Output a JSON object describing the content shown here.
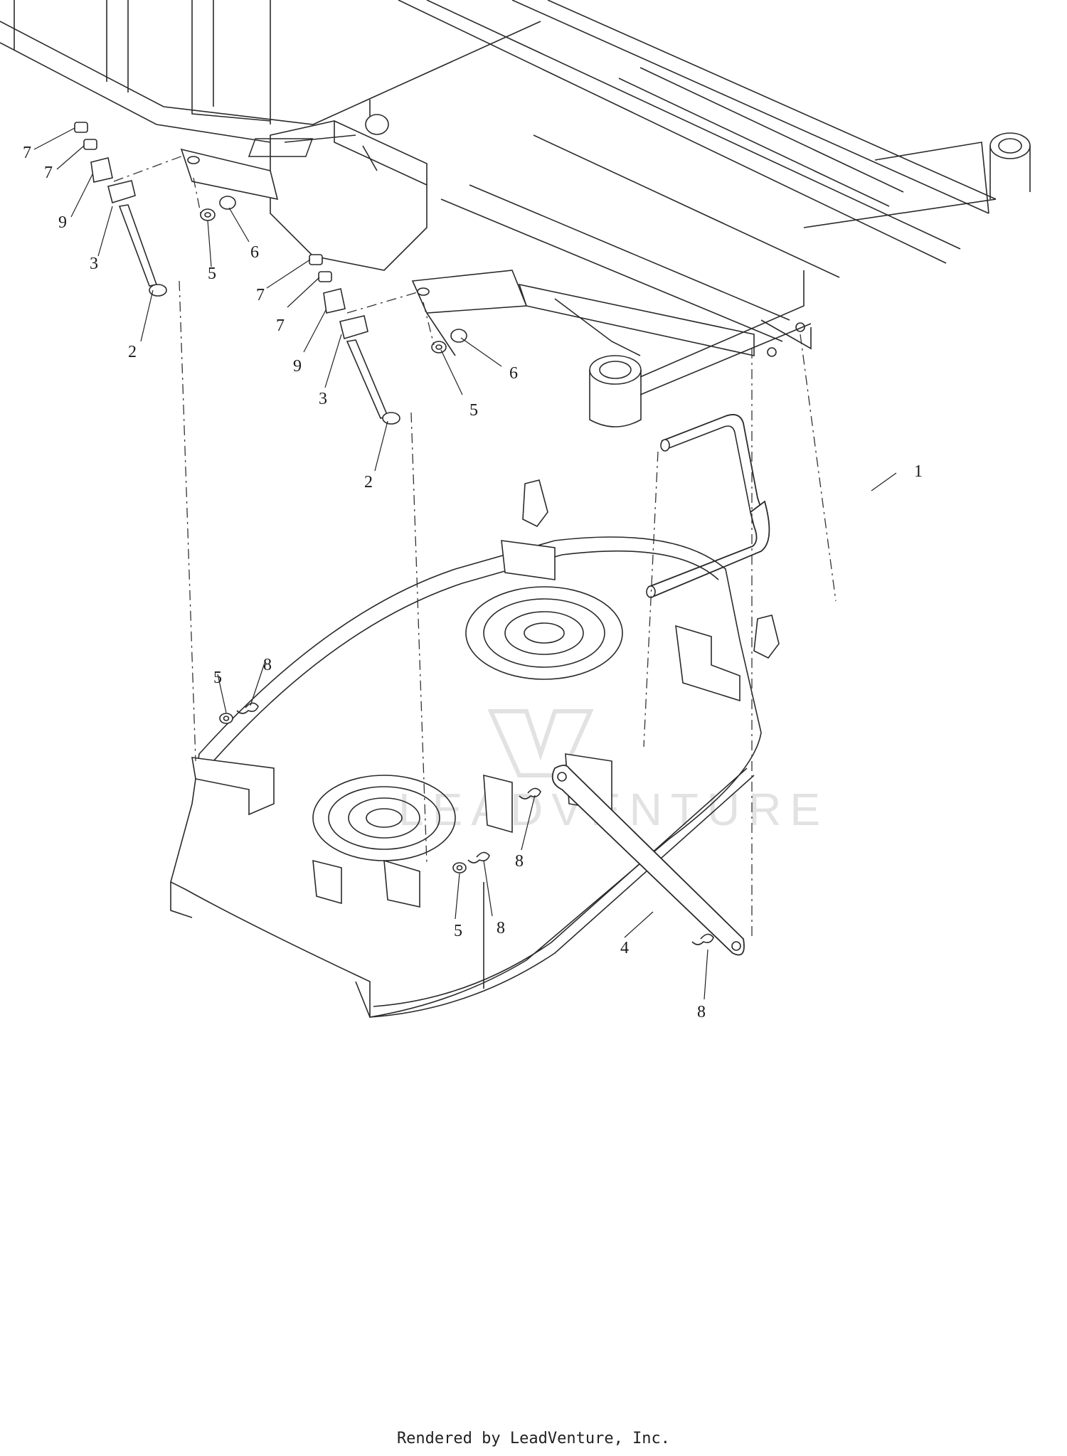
{
  "diagram": {
    "footer_text": "Rendered by LeadVenture, Inc.",
    "watermark_text": "LEADVENTURE",
    "callouts": [
      {
        "id": "c7a",
        "label": "7"
      },
      {
        "id": "c7b",
        "label": "7"
      },
      {
        "id": "c9a",
        "label": "9"
      },
      {
        "id": "c3a",
        "label": "3"
      },
      {
        "id": "c2a",
        "label": "2"
      },
      {
        "id": "c5a",
        "label": "5"
      },
      {
        "id": "c6a",
        "label": "6"
      },
      {
        "id": "c7c",
        "label": "7"
      },
      {
        "id": "c7d",
        "label": "7"
      },
      {
        "id": "c9b",
        "label": "9"
      },
      {
        "id": "c3b",
        "label": "3"
      },
      {
        "id": "c2b",
        "label": "2"
      },
      {
        "id": "c5b",
        "label": "5"
      },
      {
        "id": "c6b",
        "label": "6"
      },
      {
        "id": "c1",
        "label": "1"
      },
      {
        "id": "c5c",
        "label": "5"
      },
      {
        "id": "c8a",
        "label": "8"
      },
      {
        "id": "c8b",
        "label": "8"
      },
      {
        "id": "c5d",
        "label": "5"
      },
      {
        "id": "c8c",
        "label": "8"
      },
      {
        "id": "c4",
        "label": "4"
      },
      {
        "id": "c8d",
        "label": "8"
      }
    ]
  }
}
